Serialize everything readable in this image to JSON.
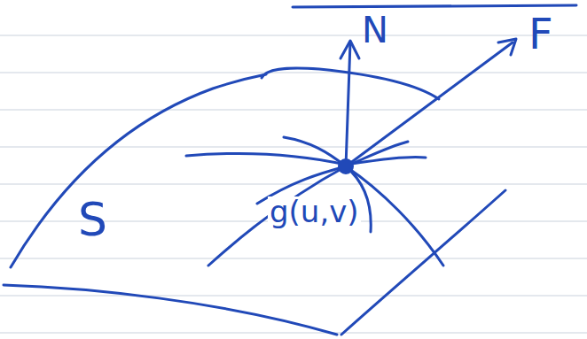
{
  "diagram": {
    "labels": [
      "N",
      "F",
      "S",
      "g(u,v)"
    ]
  }
}
